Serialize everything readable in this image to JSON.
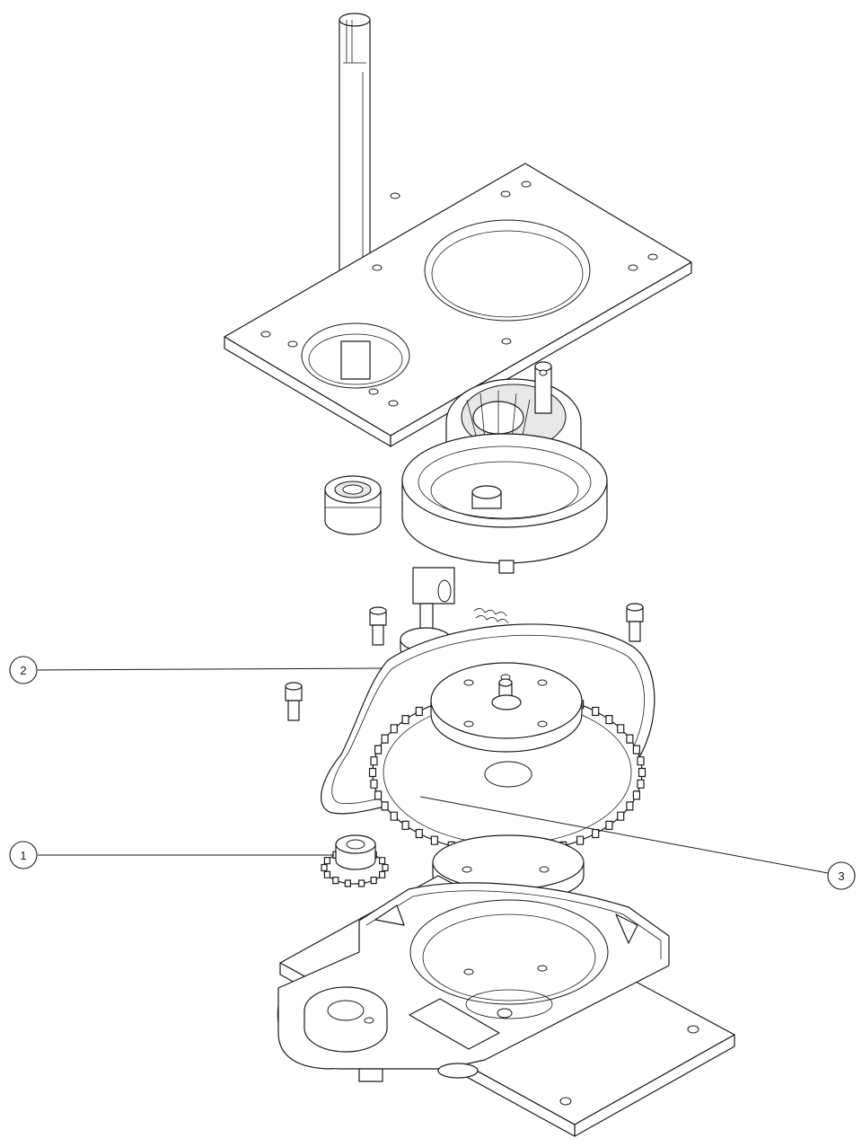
{
  "callouts": [
    {
      "label": "1"
    },
    {
      "label": "2"
    },
    {
      "label": "3"
    }
  ],
  "colors": {
    "line": "#1a1a1a",
    "background": "#ffffff"
  }
}
